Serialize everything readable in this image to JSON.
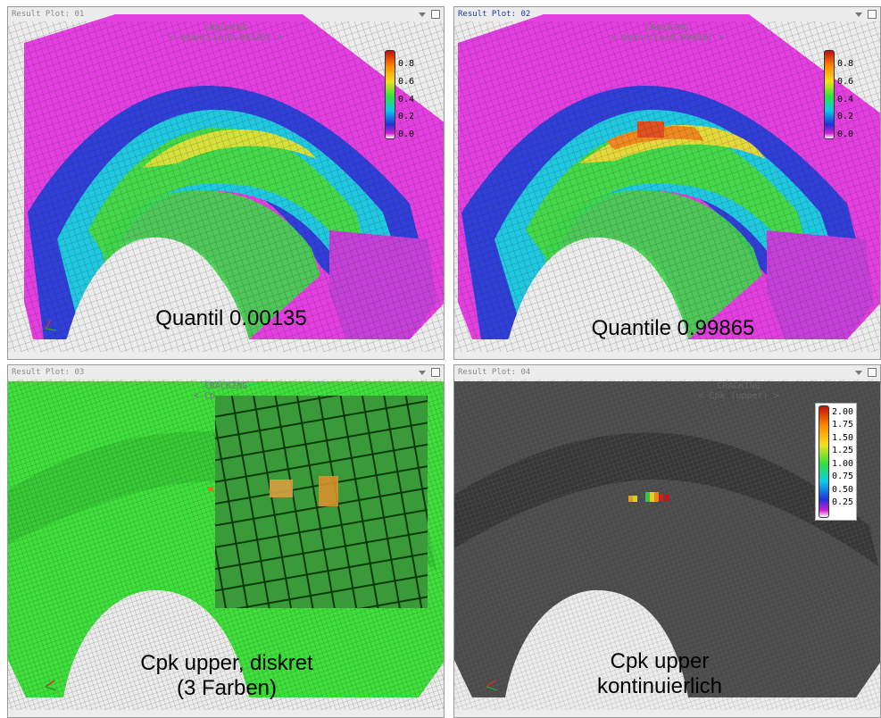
{
  "panels": [
    {
      "title": "Result Plot: 01",
      "plot_title_line1": "CRACKING",
      "plot_title_line2": "< Quantile[0.00135] >",
      "legend": [
        "0.8",
        "0.6",
        "0.4",
        "0.2",
        "0.0"
      ],
      "caption": "Quantil 0.00135"
    },
    {
      "title": "Result Plot: 02",
      "plot_title_line1": "CRACKING",
      "plot_title_line2": "< Quantile[0.99865] >",
      "legend": [
        "0.8",
        "0.6",
        "0.4",
        "0.2",
        "0.0"
      ],
      "caption": "Quantile 0.99865"
    },
    {
      "title": "Result Plot: 03",
      "plot_title_line1": "CRACKING",
      "plot_title_line2": "< Cp",
      "caption_line1": "Cpk upper, diskret",
      "caption_line2": "(3 Farben)"
    },
    {
      "title": "Result Plot: 04",
      "plot_title_line1": "CRACKING",
      "plot_title_line2": "< Cpk (upper) >",
      "legend": [
        "2.00",
        "1.75",
        "1.50",
        "1.25",
        "1.00",
        "0.75",
        "0.50",
        "0.25"
      ],
      "caption_line1": "Cpk upper",
      "caption_line2": "kontinuierlich"
    }
  ],
  "icons": {
    "view-menu": "triangle-down-icon",
    "maximize": "square-icon",
    "axis": "axis-triad-icon"
  },
  "colors": {
    "magenta": "#e83fe0",
    "green": "#4be04b",
    "blue": "#2a3cd8",
    "dark_mesh": "#3c3c3c",
    "active_title": "#1b36a8"
  }
}
